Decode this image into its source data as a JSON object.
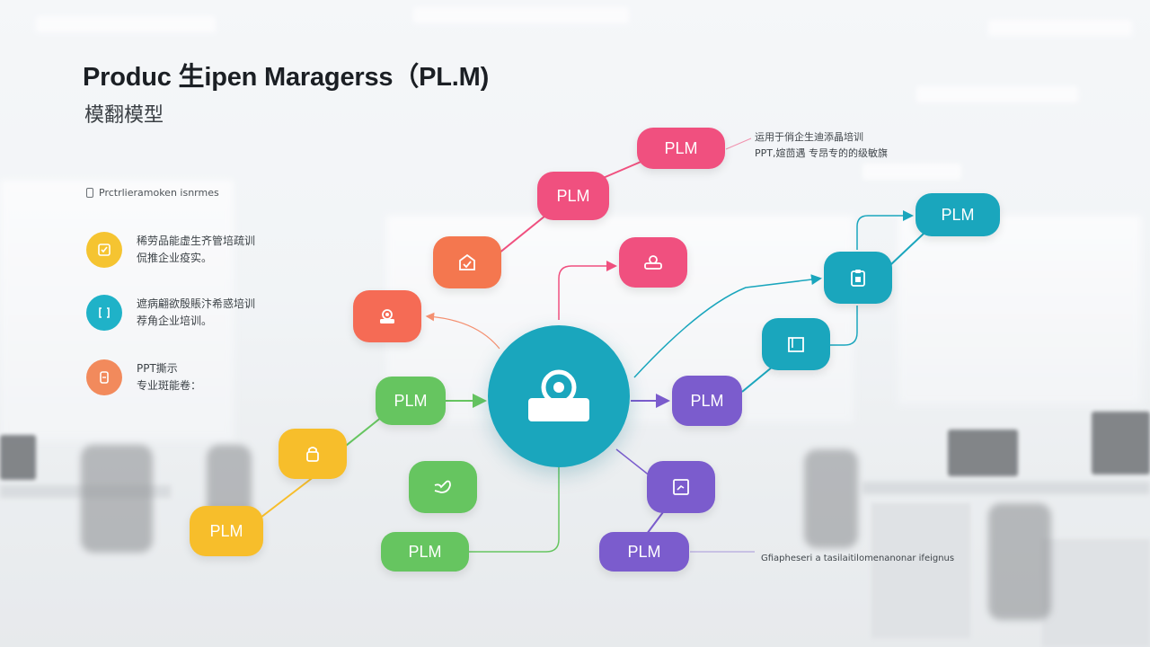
{
  "title": "Produc 生ipen Maragerss（PL.M)",
  "subtitle": "模翻模型",
  "legend": {
    "header": "Prctrlieramoken isnrmes",
    "items": [
      {
        "color": "#f5c431",
        "line1": "稀劳品能虚生齐管培疏训",
        "line2": "侃推企业疫实。",
        "icon": "square-check-icon"
      },
      {
        "color": "#1fb2c8",
        "line1": "遮病翩欲殷賬汴希惑培训",
        "line2": "荐角企业培训。",
        "icon": "bracket-icon"
      },
      {
        "color": "#f28a5c",
        "line1": "PPT撕示",
        "line2": "专业斑能卷：",
        "icon": "device-icon"
      }
    ]
  },
  "node_label": "PLM",
  "colors": {
    "pink": "#f0507f",
    "orange": "#f4774f",
    "red_orange": "#f56b55",
    "green": "#66c560",
    "yellow": "#f7be2b",
    "teal": "#1aa6bd",
    "purple": "#7b5ccd",
    "hub": "#1aa6bd"
  },
  "notes": {
    "top_right_line1": "运用于俏企生迪添晶培训",
    "top_right_line2": "PPT,媗茴遇 专昂专的的级敏旗",
    "bottom_right": "Gfiapheseri a tasilaitilomenanonar ifeignus"
  }
}
